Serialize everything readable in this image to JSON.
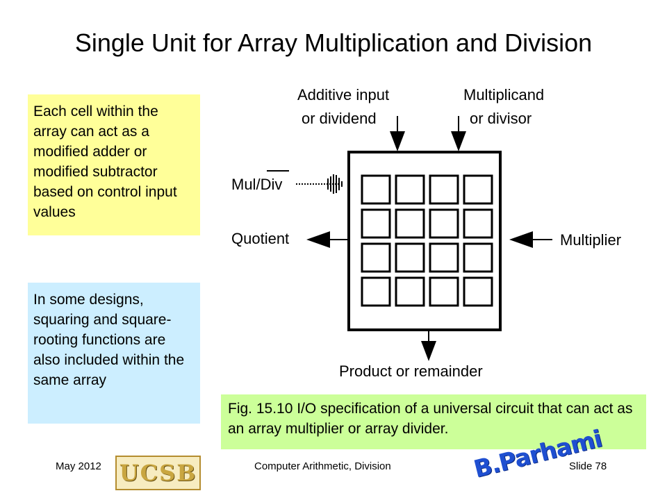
{
  "slide": {
    "title": "Single Unit for Array Multiplication and Division",
    "note_yellow": "Each cell within the array can act as a modified adder or modified subtractor based on control input values",
    "note_blue": "In some designs, squaring and square-rooting functions are also included within the same array",
    "caption": "Fig. 15.10   I/O specification of a universal circuit that can act as an array multiplier or array divider."
  },
  "diagram": {
    "input_top_left_line1": "Additive input",
    "input_top_left_line2": "or dividend",
    "input_top_right_line1": "Multiplicand",
    "input_top_right_line2": "or divisor",
    "control_label_mul": "Mul/",
    "control_label_div": "Div",
    "output_left": "Quotient",
    "input_right": "Multiplier",
    "output_bottom": "Product or remainder",
    "grid_rows": 4,
    "grid_cols": 4
  },
  "footer": {
    "date": "May 2012",
    "course": "Computer Arithmetic, Division",
    "slide_number": "Slide 78",
    "logo_text": "UCSB",
    "signature_text": "B.Parhami"
  },
  "colors": {
    "note_yellow": "#ffff99",
    "note_blue": "#cceeff",
    "caption_green": "#ccff99"
  }
}
